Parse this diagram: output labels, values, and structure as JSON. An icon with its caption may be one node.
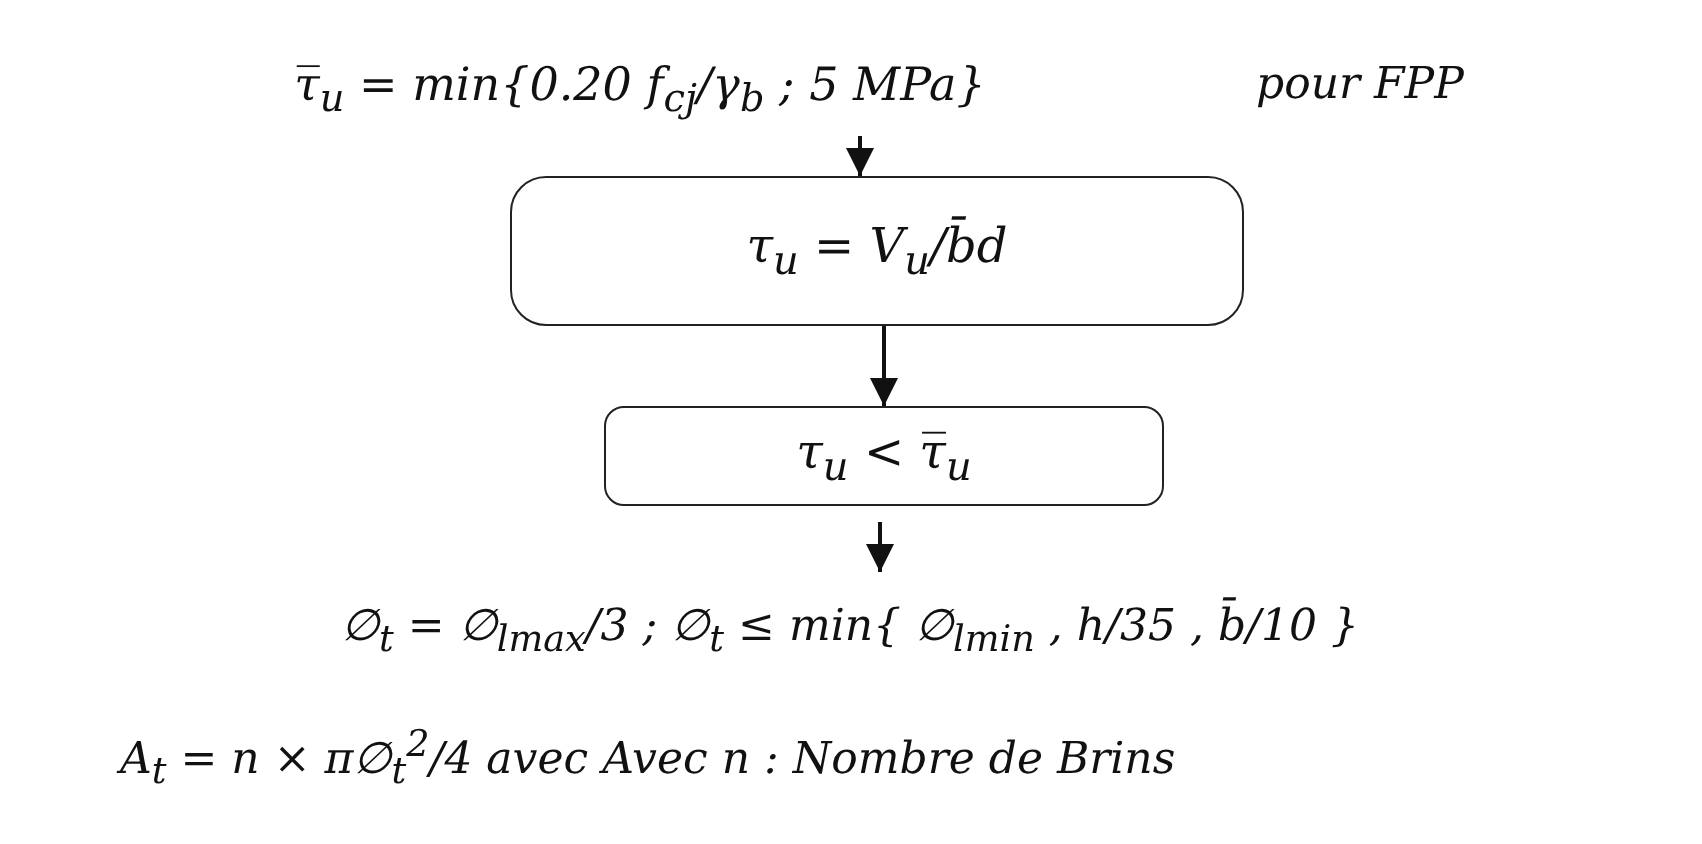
{
  "diagram": {
    "nodes": [
      {
        "text": [
          "τ̅$_{u}$ = min{0.20 f$_{cj}$/γ$_{b}$ ; 5 MPa}"
        ]
      },
      {
        "text": [
          "τ$_{u}$ = V$_{u}$/b̄d"
        ]
      },
      {
        "text": [
          "τ$_{u}$ < τ̅$_{u}$"
        ]
      },
      {
        "text": [
          "∅$_{t}$ = ∅$_{lmax}$/3  ;  ∅$_{t}$ ≤ min{ ∅$_{lmin}$ , h/35 , b̄/10 }"
        ]
      }
    ],
    "edges": [
      {
        "from": 0,
        "to": 1,
        "arrow": "to"
      },
      {
        "from": 1,
        "to": 2,
        "arrow": "to"
      },
      {
        "from": 2,
        "to": 3,
        "arrow": "to"
      }
    ],
    "labels": [
      "pour FPP",
      "A$_{t}$ = n × π∅$_{t}$$^{2}$/4 avec Avec n : Nombre de Brins"
    ]
  }
}
